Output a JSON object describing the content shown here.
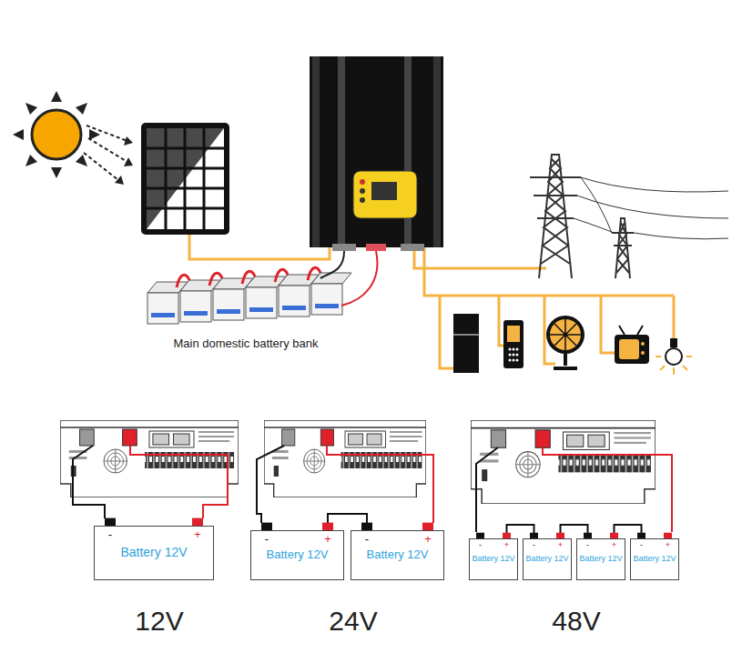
{
  "diagram": {
    "nodes": [
      {
        "text": [
          "Battery 12V"
        ]
      },
      {
        "text": [
          "Battery 12V"
        ]
      },
      {
        "text": [
          "Battery 12V"
        ]
      },
      {
        "text": [
          "Battery 12V"
        ]
      },
      {
        "text": [
          "Battery 12V"
        ]
      },
      {
        "text": [
          "Battery 12V"
        ]
      },
      {
        "text": [
          "Battery 12V"
        ]
      }
    ],
    "edges": [
      {
        "from": 1,
        "to": 2,
        "arrow": "none"
      },
      {
        "from": 3,
        "to": 4,
        "arrow": "none"
      },
      {
        "from": 4,
        "to": 5,
        "arrow": "none"
      },
      {
        "from": 5,
        "to": 6,
        "arrow": "none"
      }
    ],
    "labels": [
      "Main domestic battery bank",
      "12V",
      "24V",
      "48V",
      "-",
      "+",
      "-",
      "+",
      "-",
      "+",
      "-",
      "+",
      "-",
      "+",
      "-",
      "+",
      "-",
      "+"
    ]
  }
}
